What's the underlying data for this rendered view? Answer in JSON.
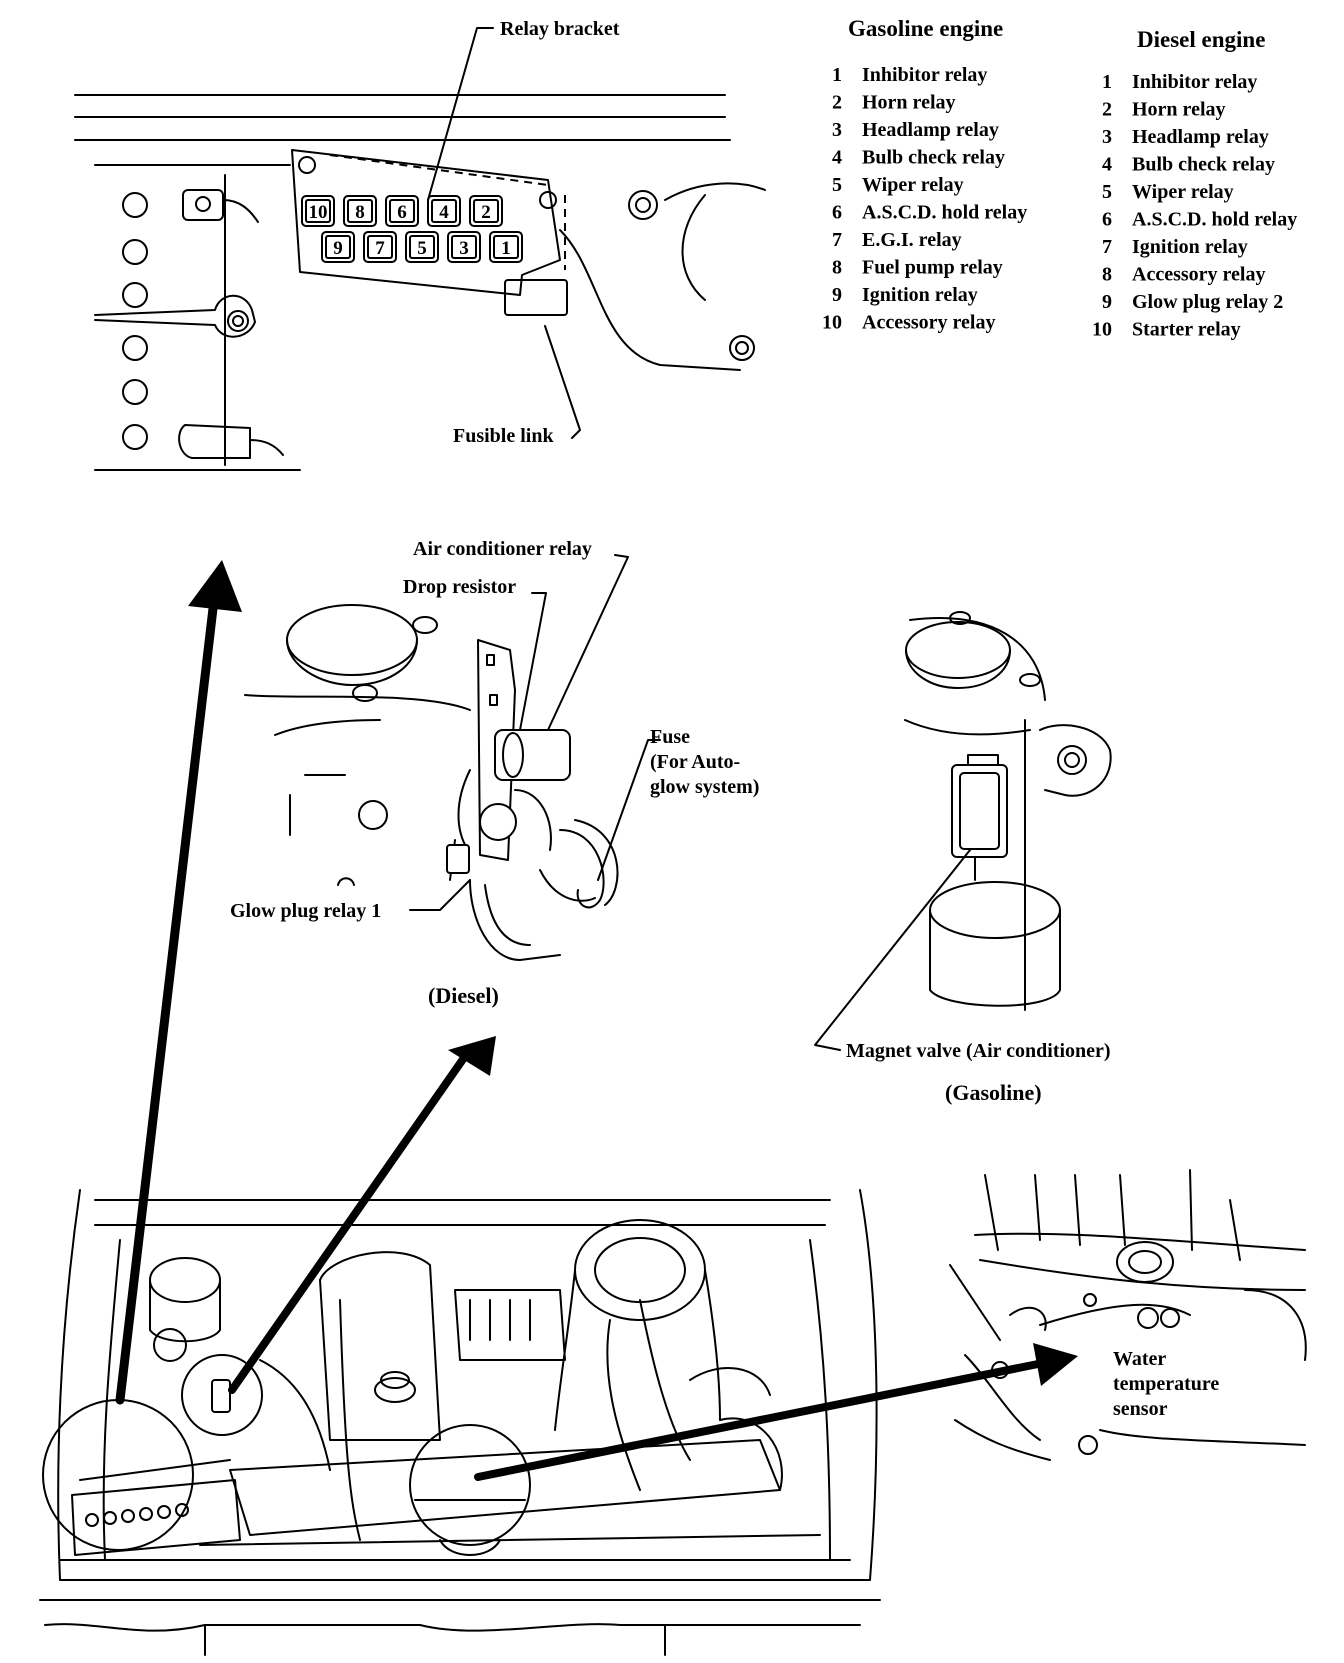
{
  "labels": {
    "relay_bracket": "Relay bracket",
    "fusible_link": "Fusible link",
    "air_conditioner_relay": "Air conditioner relay",
    "drop_resistor": "Drop resistor",
    "fuse_line1": "Fuse",
    "fuse_line2": "(For Auto-",
    "fuse_line3": "glow system)",
    "glow_plug_relay_1": "Glow plug relay 1",
    "diesel_caption": "(Diesel)",
    "magnet_valve": "Magnet valve (Air conditioner)",
    "gasoline_caption": "(Gasoline)",
    "water_line1": "Water",
    "water_line2": "temperature",
    "water_line3": "sensor"
  },
  "relay_positions": {
    "top_row": [
      "10",
      "8",
      "6",
      "4",
      "2"
    ],
    "bottom_row": [
      "9",
      "7",
      "5",
      "3",
      "1"
    ]
  },
  "gasoline_list": {
    "title": "Gasoline engine",
    "items": [
      {
        "n": "1",
        "name": "Inhibitor relay"
      },
      {
        "n": "2",
        "name": "Horn relay"
      },
      {
        "n": "3",
        "name": "Headlamp relay"
      },
      {
        "n": "4",
        "name": "Bulb check relay"
      },
      {
        "n": "5",
        "name": "Wiper relay"
      },
      {
        "n": "6",
        "name": "A.S.C.D. hold relay"
      },
      {
        "n": "7",
        "name": "E.G.I. relay"
      },
      {
        "n": "8",
        "name": "Fuel pump relay"
      },
      {
        "n": "9",
        "name": "Ignition relay"
      },
      {
        "n": "10",
        "name": "Accessory relay"
      }
    ]
  },
  "diesel_list": {
    "title": "Diesel engine",
    "items": [
      {
        "n": "1",
        "name": "Inhibitor relay"
      },
      {
        "n": "2",
        "name": "Horn relay"
      },
      {
        "n": "3",
        "name": "Headlamp relay"
      },
      {
        "n": "4",
        "name": "Bulb check relay"
      },
      {
        "n": "5",
        "name": "Wiper relay"
      },
      {
        "n": "6",
        "name": "A.S.C.D. hold relay"
      },
      {
        "n": "7",
        "name": "Ignition relay"
      },
      {
        "n": "8",
        "name": "Accessory relay"
      },
      {
        "n": "9",
        "name": "Glow plug relay 2"
      },
      {
        "n": "10",
        "name": "Starter relay"
      }
    ]
  }
}
